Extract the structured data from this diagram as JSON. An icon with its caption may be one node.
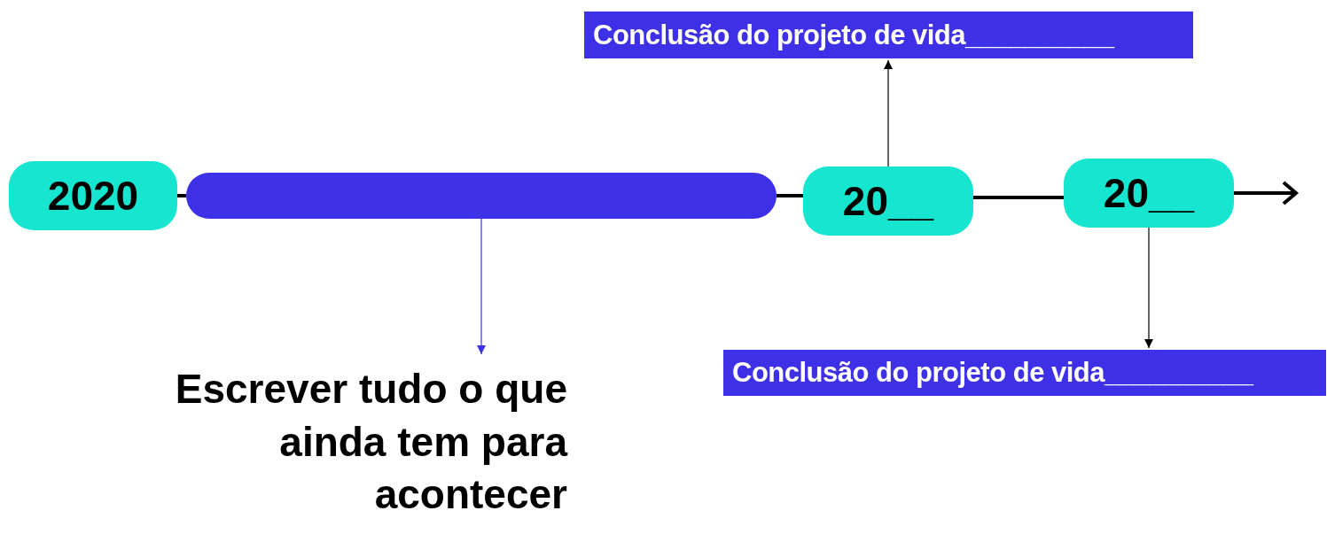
{
  "diagram": {
    "nodes": [
      {
        "text": [
          "2020"
        ]
      },
      {
        "text": [],
        "shape": "bar"
      },
      {
        "text": [
          "20__"
        ]
      },
      {
        "text": [
          "20__"
        ]
      },
      {
        "text": [
          "Conclusão do projeto de vida__________"
        ]
      },
      {
        "text": [
          "Escrever tudo o que ainda tem para acontecer"
        ]
      },
      {
        "text": [
          "Conclusão do projeto de vida__________"
        ]
      }
    ],
    "edges": [
      {
        "from": 0,
        "to": 1,
        "arrow": "none"
      },
      {
        "from": 1,
        "to": 2,
        "arrow": "none"
      },
      {
        "from": 2,
        "to": 3,
        "arrow": "none"
      },
      {
        "from": 3,
        "to": null,
        "arrow": "to"
      },
      {
        "from": 2,
        "to": 4,
        "arrow": "to"
      },
      {
        "from": 1,
        "to": 5,
        "arrow": "to",
        "color": "#3d30e6"
      },
      {
        "from": 3,
        "to": 6,
        "arrow": "to"
      }
    ]
  }
}
